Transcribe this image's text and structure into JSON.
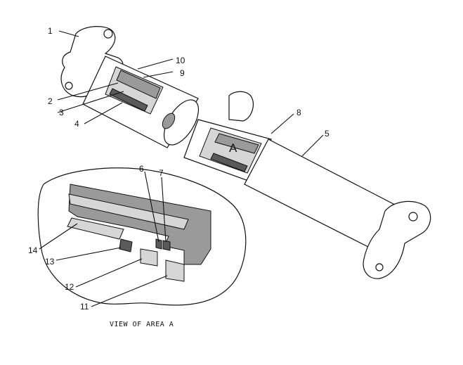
{
  "callouts": [
    "1",
    "2",
    "3",
    "4",
    "5",
    "6",
    "7",
    "8",
    "9",
    "10",
    "11",
    "12",
    "13",
    "14"
  ],
  "area_label": "A",
  "caption": "VIEW OF AREA A"
}
